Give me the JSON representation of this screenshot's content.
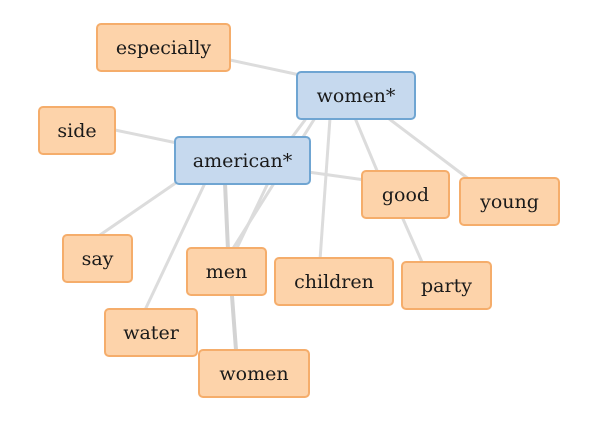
{
  "colors": {
    "hub_fill": "#c6d9ee",
    "hub_border": "#6fa5d2",
    "leaf_fill": "#fdd3aa",
    "leaf_border": "#f5ad6b",
    "edge": "#dcdcdc"
  },
  "nodes": {
    "women_star": "women*",
    "american_star": "american*",
    "especially": "especially",
    "side": "side",
    "good": "good",
    "young": "young",
    "say": "say",
    "men": "men",
    "children": "children",
    "party": "party",
    "water": "water",
    "women": "women"
  }
}
